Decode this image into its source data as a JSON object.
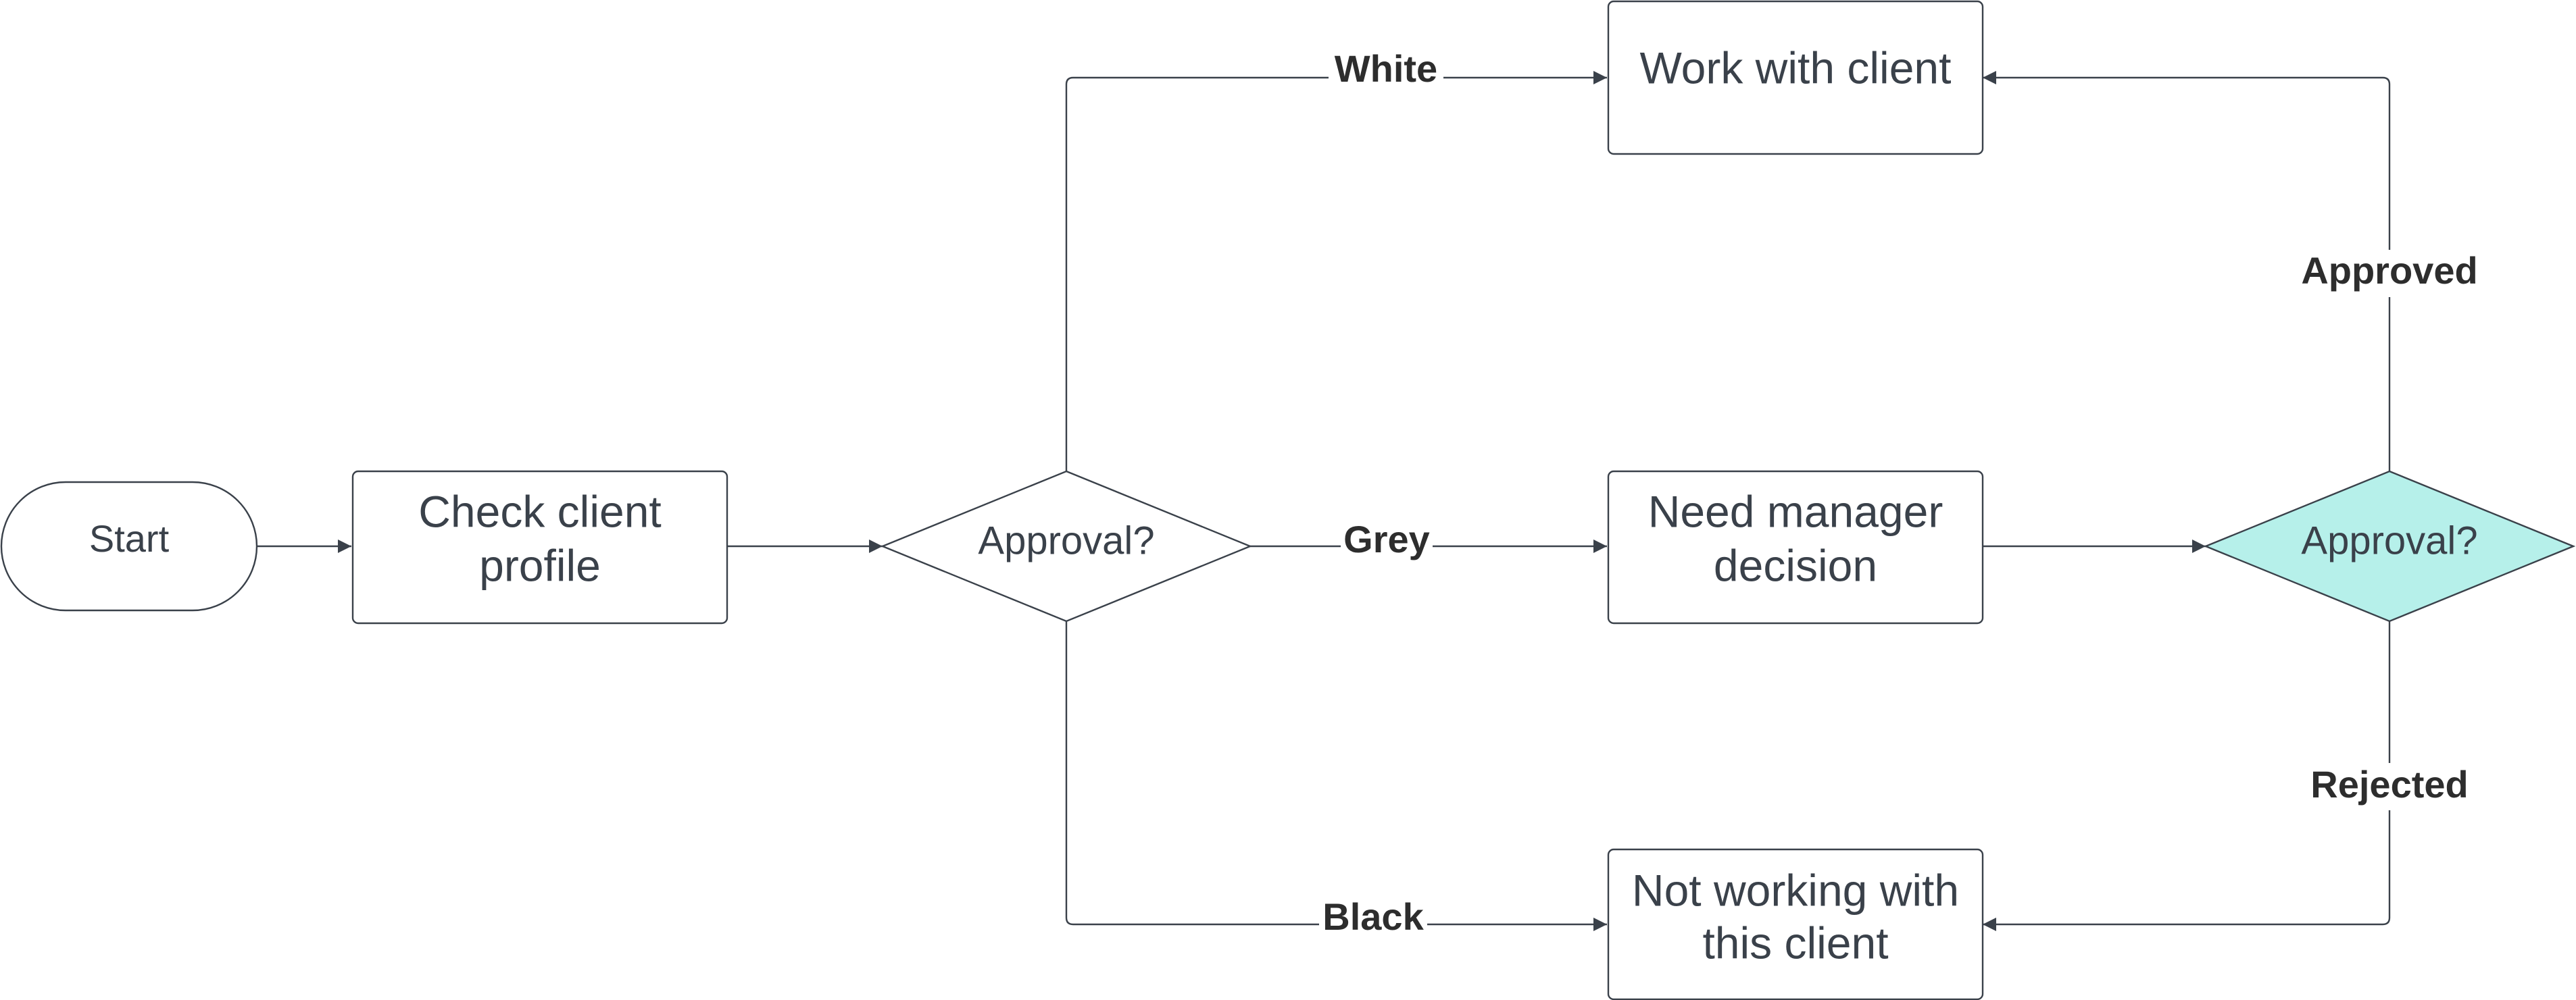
{
  "nodes": {
    "start": {
      "label": "Start"
    },
    "check_profile": {
      "lines": [
        "Check client",
        "profile"
      ]
    },
    "approval_1": {
      "label": "Approval?"
    },
    "work_with_client": {
      "label": "Work with client"
    },
    "need_manager": {
      "lines": [
        "Need manager",
        "decision"
      ]
    },
    "approval_2": {
      "label": "Approval?",
      "fill": "#b6f0ea"
    },
    "not_working": {
      "lines": [
        "Not working with",
        "this client"
      ]
    }
  },
  "edges": {
    "white": {
      "label": "White"
    },
    "grey": {
      "label": "Grey"
    },
    "black": {
      "label": "Black"
    },
    "approved": {
      "label": "Approved"
    },
    "rejected": {
      "label": "Rejected"
    }
  },
  "colors": {
    "stroke": "#3a414a",
    "text": "#3a414a",
    "edge_label": "#2d2d2d",
    "decision_highlight": "#b6f0ea"
  }
}
